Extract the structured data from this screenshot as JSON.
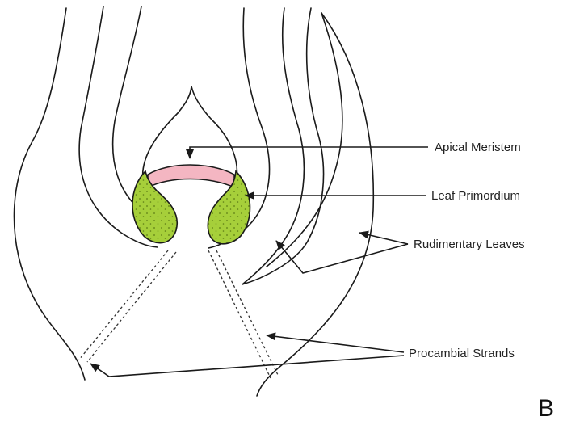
{
  "diagram": {
    "labels": {
      "apical_meristem": "Apical Meristem",
      "leaf_primordium": "Leaf Primordium",
      "rudimentary_leaves": "Rudimentary Leaves",
      "procambial_strands": "Procambial Strands"
    },
    "panel_letter": "B",
    "colors": {
      "meristem_fill": "#f4b6c2",
      "primordium_fill": "#a6cf3a",
      "line": "#1a1a1a"
    }
  }
}
